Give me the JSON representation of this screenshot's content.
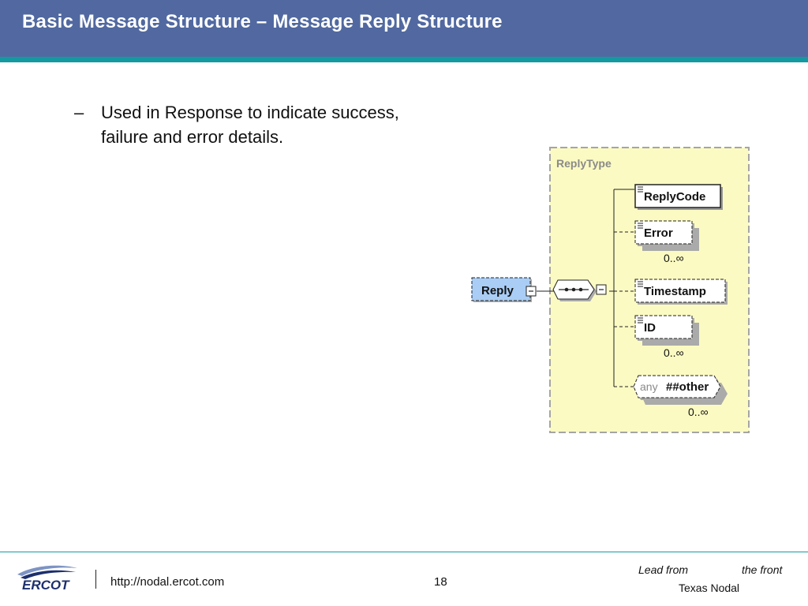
{
  "header": {
    "title": "Basic Message Structure – Message Reply Structure"
  },
  "content": {
    "bullet_dash": "–",
    "bullet_text": "Used in Response to indicate success, failure and error details."
  },
  "diagram": {
    "type_label": "ReplyType",
    "root": "Reply",
    "children": [
      {
        "name": "ReplyCode"
      },
      {
        "name": "Error",
        "cardinality": "0..∞"
      },
      {
        "name": "Timestamp"
      },
      {
        "name": "ID",
        "cardinality": "0..∞"
      },
      {
        "prefix": "any",
        "name": "##other",
        "cardinality": "0..∞"
      }
    ],
    "colors": {
      "panel": "#fbfac2",
      "panel_border": "#a5a5a5",
      "root_fill": "#a9cdf5"
    }
  },
  "footer": {
    "logo_text": "ERCOT",
    "url": "http://nodal.ercot.com",
    "page_number": "18",
    "tagline_1": "Lead from",
    "tagline_2": "the front",
    "tagline_3": "Texas Nodal"
  }
}
